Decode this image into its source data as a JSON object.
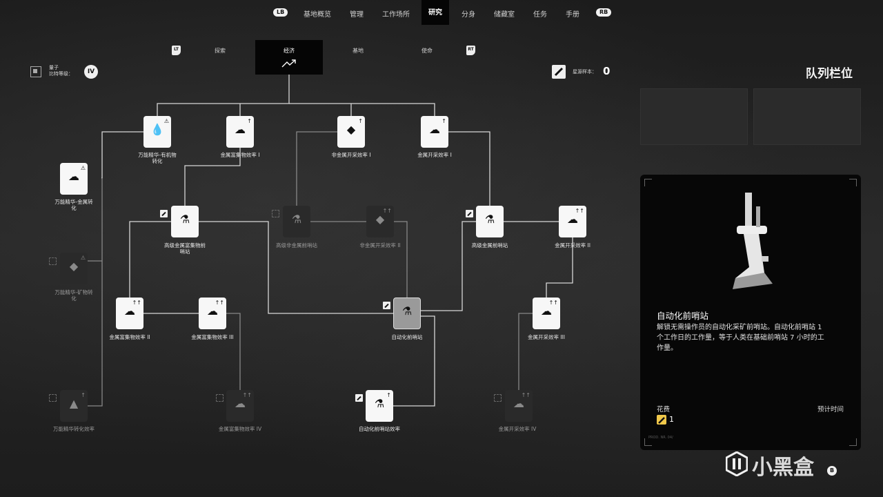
{
  "topnav": {
    "lb": "LB",
    "rb": "RB",
    "items": [
      "基地概览",
      "管理",
      "工作场所",
      "研究",
      "分身",
      "储藏室",
      "任务",
      "手册"
    ],
    "active": "研究"
  },
  "categories": {
    "lt": "LT",
    "rt": "RT",
    "items": [
      "探索",
      "经济",
      "基地",
      "使命"
    ],
    "active": "经济"
  },
  "quantum": {
    "label_line1": "量子",
    "label_line2": "比特等级：",
    "level": "IV"
  },
  "samples": {
    "label": "星源样本：",
    "value": "0"
  },
  "queue": {
    "title": "队列栏位"
  },
  "tree": {
    "nodes": [
      {
        "label_lines": [
          "万能精华-有机物",
          "转化"
        ],
        "state": "unlocked",
        "glyph": "💧",
        "sub": "⚠"
      },
      {
        "label_lines": [
          "金属富集物效率 I"
        ],
        "state": "unlocked",
        "glyph": "☁",
        "sub": "↑"
      },
      {
        "label_lines": [
          "非金属开采效率 I"
        ],
        "state": "unlocked",
        "glyph": "◆",
        "sub": "↑"
      },
      {
        "label_lines": [
          "金属开采效率 I"
        ],
        "state": "unlocked",
        "glyph": "☁",
        "sub": "↑"
      },
      {
        "label_lines": [
          "万能精华-金属转",
          "化"
        ],
        "state": "unlocked",
        "glyph": "☁",
        "sub": "⚠"
      },
      {
        "label_lines": [
          "高级金属富集物前",
          "哨站"
        ],
        "state": "unlocked",
        "glyph": "⚗",
        "sub": ""
      },
      {
        "label_lines": [
          "高级非金属前哨站"
        ],
        "state": "locked",
        "glyph": "⚗",
        "sub": ""
      },
      {
        "label_lines": [
          "非金属开采效率 II"
        ],
        "state": "locked",
        "glyph": "◆",
        "sub": "↑↑"
      },
      {
        "label_lines": [
          "高级金属前哨站"
        ],
        "state": "unlocked",
        "glyph": "⚗",
        "sub": ""
      },
      {
        "label_lines": [
          "金属开采效率 II"
        ],
        "state": "unlocked",
        "glyph": "☁",
        "sub": "↑↑"
      },
      {
        "label_lines": [
          "万能精华-矿物转",
          "化"
        ],
        "state": "locked",
        "glyph": "◆",
        "sub": "⚠"
      },
      {
        "label_lines": [
          "金属富集物效率 II"
        ],
        "state": "unlocked",
        "glyph": "☁",
        "sub": "↑↑"
      },
      {
        "label_lines": [
          "金属富集物效率 III"
        ],
        "state": "unlocked",
        "glyph": "☁",
        "sub": "↑↑"
      },
      {
        "label_lines": [
          "自动化前哨站"
        ],
        "state": "selected",
        "glyph": "⚗",
        "sub": ""
      },
      {
        "label_lines": [
          "金属开采效率 III"
        ],
        "state": "unlocked",
        "glyph": "☁",
        "sub": "↑↑"
      },
      {
        "label_lines": [
          "万能精华转化效率"
        ],
        "state": "locked",
        "glyph": "▲",
        "sub": "↑"
      },
      {
        "label_lines": [
          "金属富集物效率 IV"
        ],
        "state": "locked",
        "glyph": "☁",
        "sub": "↑↑"
      },
      {
        "label_lines": [
          "自动化前哨站效率"
        ],
        "state": "unlocked",
        "glyph": "⚗",
        "sub": "↑"
      },
      {
        "label_lines": [
          "金属开采效率 IV"
        ],
        "state": "locked",
        "glyph": "☁",
        "sub": "↑↑"
      }
    ]
  },
  "detail": {
    "title": "自动化前哨站",
    "description": "解锁无需操作员的自动化采矿前哨站。自动化前哨站 1 个工作日的工作量，等于人类在基础前哨站 7 小时的工作量。",
    "cost_label": "花费",
    "cost_value": "1",
    "time_label": "预计时间",
    "code": "PROD. NR. 04/"
  },
  "watermark": {
    "text": "小黑盒",
    "button": "B"
  },
  "icons": {
    "chip": "chip-icon",
    "sample": "sample-vial-icon",
    "economy": "trend-up-icon"
  }
}
